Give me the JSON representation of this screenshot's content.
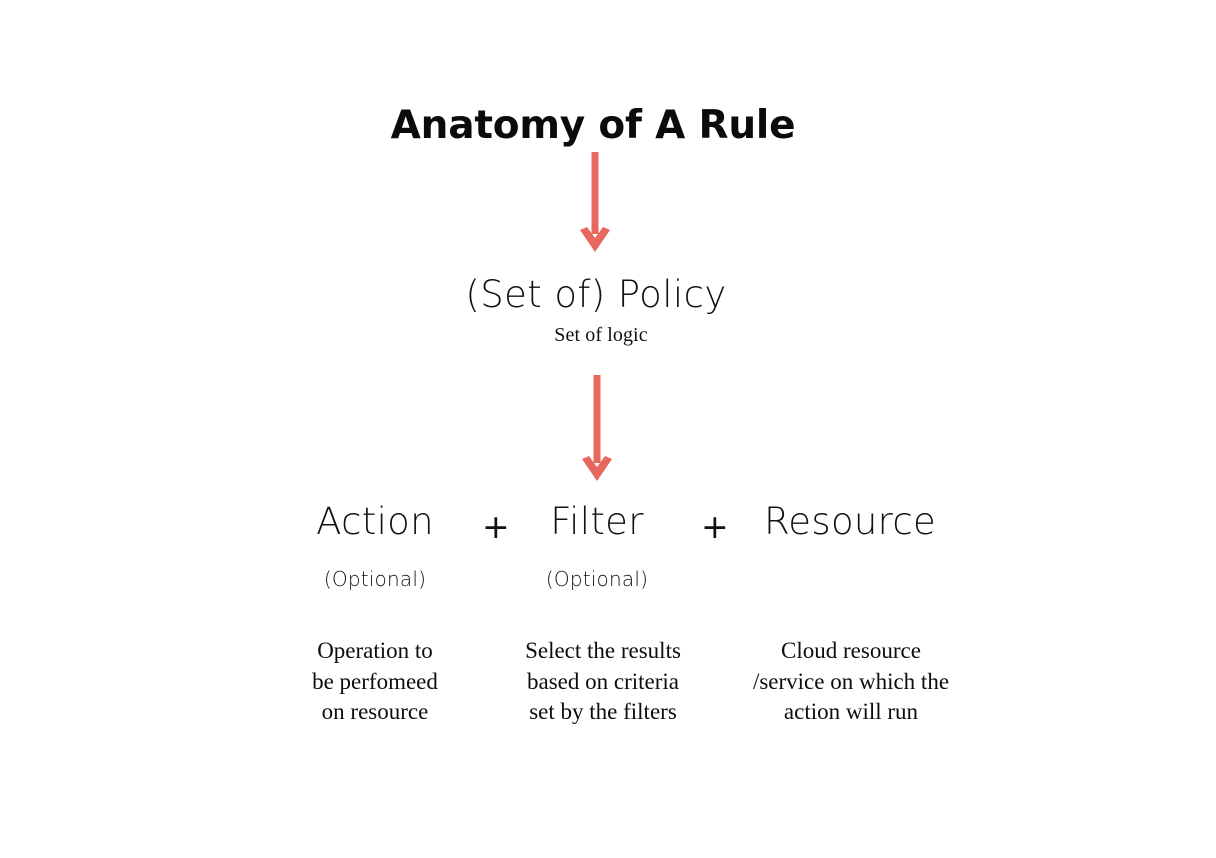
{
  "diagram": {
    "title": "Anatomy of A Rule",
    "policy": {
      "label": "(Set of) Policy",
      "sublabel": "Set of logic"
    },
    "operators": {
      "plus_1": "+",
      "plus_2": "+"
    },
    "components": [
      {
        "name": "Action",
        "optional_label": "(Optional)",
        "is_optional": true,
        "description_lines": [
          "Operation to",
          "be perfomeed",
          "on resource"
        ]
      },
      {
        "name": "Filter",
        "optional_label": "(Optional)",
        "is_optional": true,
        "description_lines": [
          "Select the results",
          "based on criteria",
          "set by the filters"
        ]
      },
      {
        "name": "Resource",
        "optional_label": "",
        "is_optional": false,
        "description_lines": [
          "Cloud resource",
          "/service on which the",
          "action will run"
        ]
      }
    ],
    "arrows": [
      {
        "name": "arrow-title-to-policy",
        "direction": "down"
      },
      {
        "name": "arrow-policy-to-components",
        "direction": "down"
      }
    ],
    "colors": {
      "arrow": "#E8685E",
      "text": "#0b0b0b",
      "background": "#ffffff"
    }
  }
}
